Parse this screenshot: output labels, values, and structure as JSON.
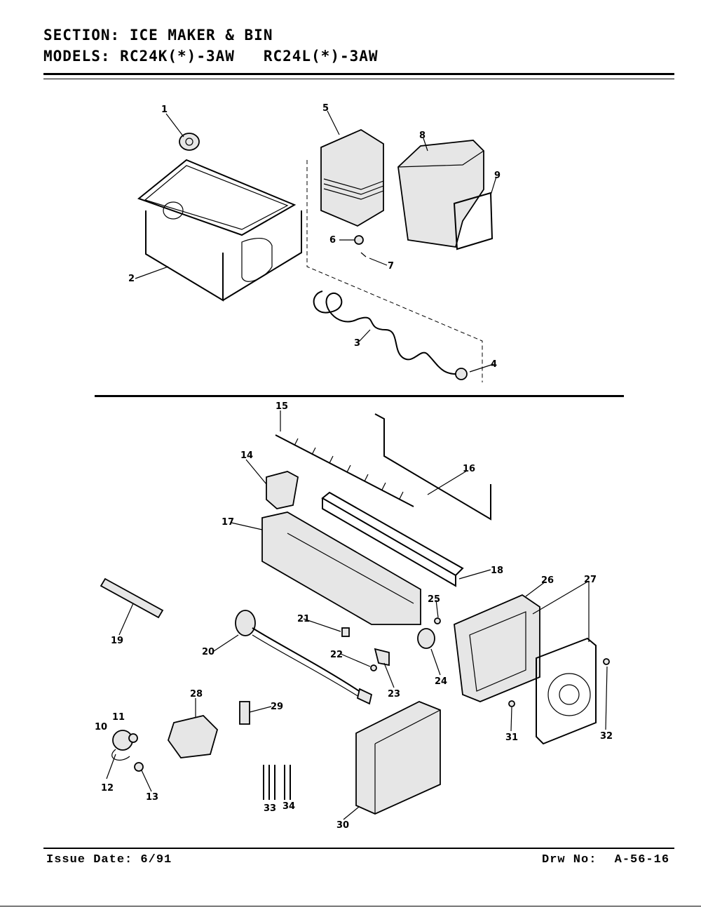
{
  "header": {
    "section_label": "SECTION:",
    "section_title": "ICE MAKER & BIN",
    "models_label": "MODELS:",
    "models": "RC24K(*)-3AW   RC24L(*)-3AW"
  },
  "footer": {
    "issue_label": "Issue Date:",
    "issue_date": "6/91",
    "drawing_label": "Drw No:",
    "drawing_number": "A-56-16"
  },
  "callouts": [
    "1",
    "2",
    "3",
    "4",
    "5",
    "6",
    "7",
    "8",
    "9",
    "10",
    "11",
    "12",
    "13",
    "14",
    "15",
    "16",
    "17",
    "18",
    "19",
    "20",
    "21",
    "22",
    "23",
    "24",
    "25",
    "26",
    "27",
    "28",
    "29",
    "30",
    "31",
    "32",
    "33",
    "34"
  ]
}
